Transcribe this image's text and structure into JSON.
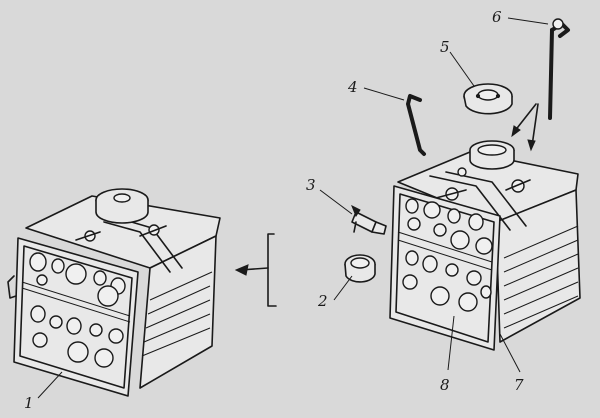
{
  "callouts": {
    "c1": "1",
    "c2": "2",
    "c3": "3",
    "c4": "4",
    "c5": "5",
    "c6": "6",
    "c7": "7",
    "c8": "8"
  },
  "colors": {
    "ink": "#1a1a1a",
    "paper": "#d9d9d9"
  }
}
